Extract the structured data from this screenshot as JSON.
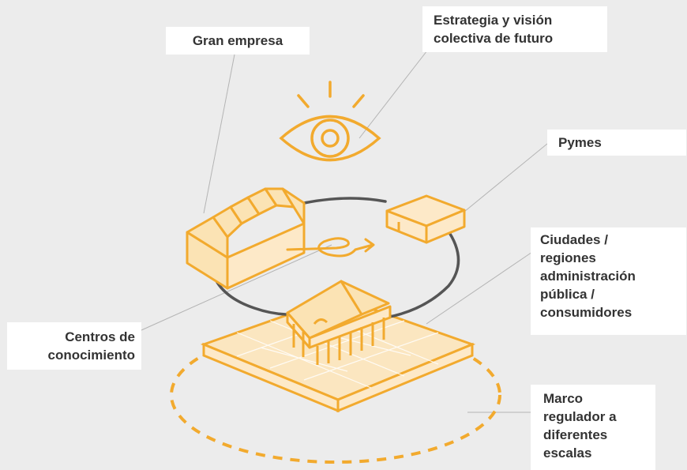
{
  "labels": {
    "gran_empresa": "Gran empresa",
    "estrategia": [
      "Estrategia y visión",
      "colectiva de futuro"
    ],
    "pymes": "Pymes",
    "ciudades": [
      "Ciudades /",
      "regiones",
      "administración",
      "pública /",
      "consumidores"
    ],
    "centros": [
      "Centros de",
      "conocimiento"
    ],
    "marco": [
      "Marco",
      "regulador a",
      "diferentes",
      "escalas"
    ]
  },
  "colors": {
    "accent": "#f2aa2e",
    "grey": "#555555",
    "background": "#ececec",
    "leader": "#b4b4b4",
    "label_bg": "#ffffff",
    "text": "#333333"
  },
  "icons": [
    "eye-icon",
    "factory-icon",
    "small-business-icon",
    "knowledge-center-building-icon",
    "city-map-platform-icon",
    "cycle-arrow-icon",
    "regulatory-framework-dashed-ellipse"
  ]
}
